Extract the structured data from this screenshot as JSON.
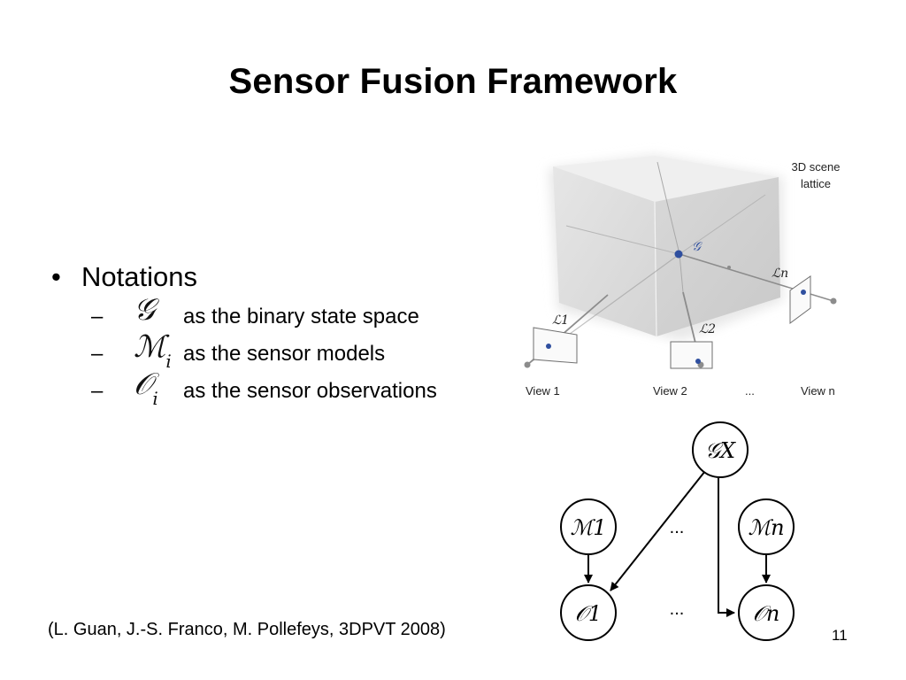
{
  "slide": {
    "title": "Sensor Fusion Framework",
    "page_number": "11",
    "citation": "(L. Guan, J.-S. Franco, M. Pollefeys, 3DPVT 2008)"
  },
  "content": {
    "bullet": "Notations",
    "bullet_marker": "•",
    "dash": "–",
    "items": [
      {
        "symbol": "𝒢",
        "subscript": "",
        "text": "as the binary state space"
      },
      {
        "symbol": "ℳ",
        "subscript": "i",
        "text": "as the sensor models"
      },
      {
        "symbol": "𝒪",
        "subscript": "i",
        "text": "as the sensor observations"
      }
    ]
  },
  "scene_figure": {
    "caption": "3D scene lattice",
    "caption_lines": [
      "3D scene",
      "lattice"
    ],
    "center_label": "𝒢",
    "line_labels": [
      "ℒ1",
      "ℒ2",
      "ℒn"
    ],
    "view_labels": [
      "View 1",
      "View 2",
      "...",
      "View n"
    ],
    "colors": {
      "dot": "#2f4f9f",
      "line": "#888888"
    }
  },
  "graph_figure": {
    "nodes": {
      "gx": "𝒢X",
      "m1": "ℳ1",
      "mn": "ℳn",
      "o1": "𝒪1",
      "on": "𝒪n"
    },
    "ellipses": [
      "...",
      "..."
    ]
  }
}
